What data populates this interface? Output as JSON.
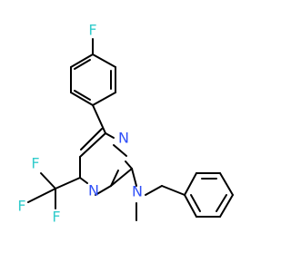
{
  "molecule": {
    "atoms": {
      "fluorine_para": {
        "symbol": "F",
        "color": "#33cccc"
      },
      "pyrimidine_n1": {
        "symbol": "N",
        "color": "#3050f8"
      },
      "pyrimidine_n3": {
        "symbol": "N",
        "color": "#3050f8"
      },
      "amine_n": {
        "symbol": "N",
        "color": "#3050f8"
      },
      "cf3_f1": {
        "symbol": "F",
        "color": "#33cccc"
      },
      "cf3_f2": {
        "symbol": "F",
        "color": "#33cccc"
      },
      "cf3_f3": {
        "symbol": "F",
        "color": "#33cccc"
      }
    },
    "bond_color": "#000000"
  }
}
